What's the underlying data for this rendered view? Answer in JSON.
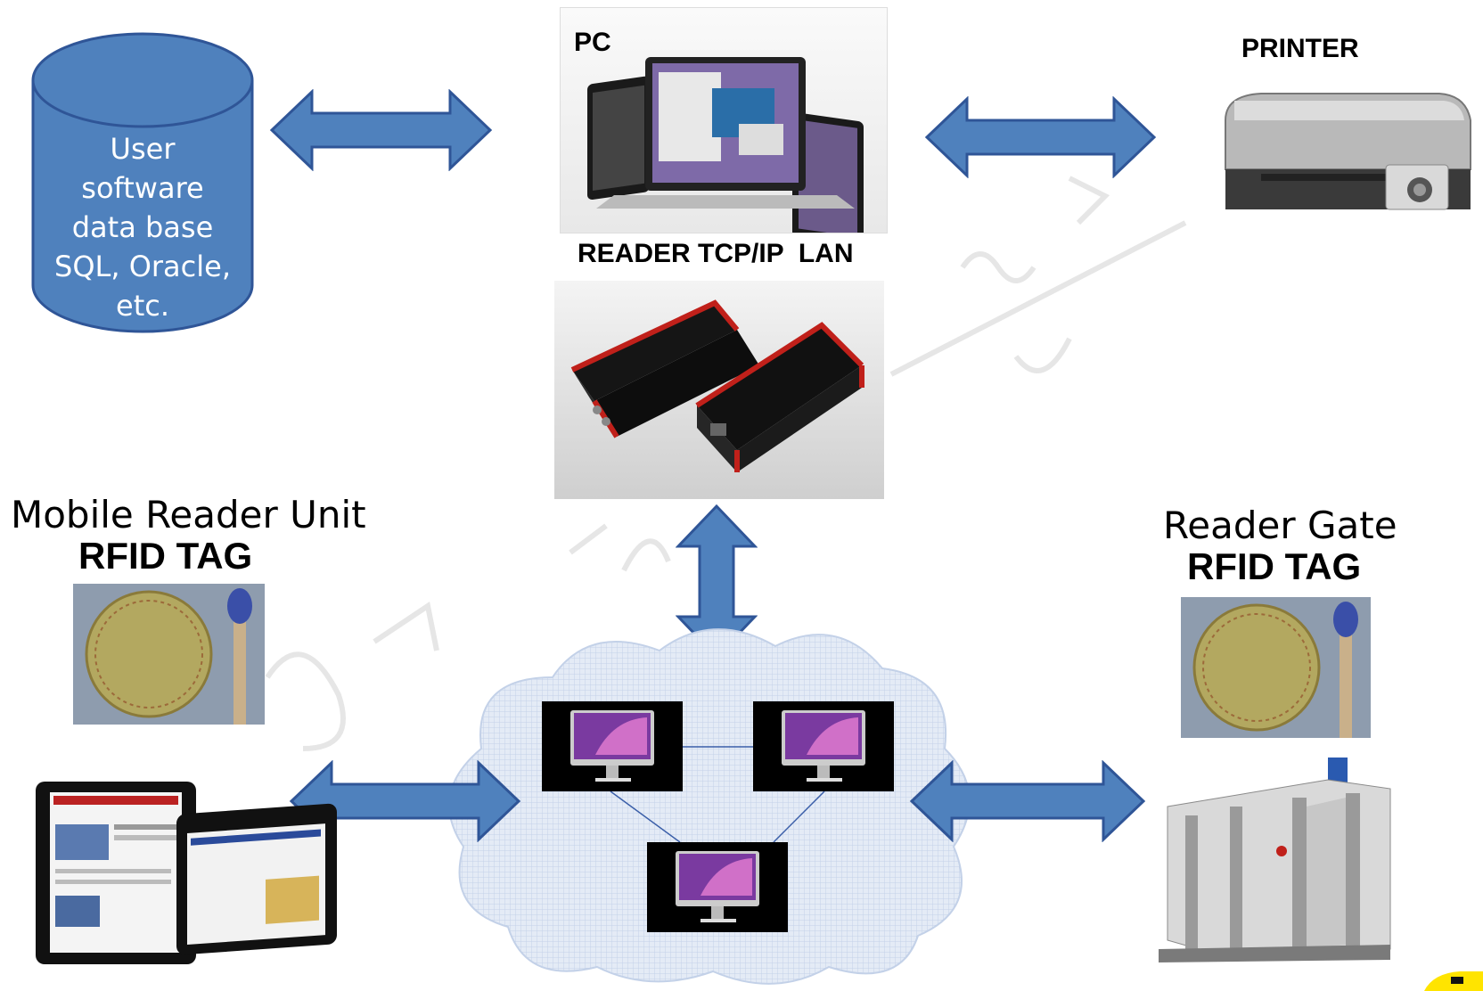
{
  "database": {
    "lines": [
      "User software",
      "data base",
      "SQL, Oracle,",
      "etc."
    ]
  },
  "pc": {
    "label": "PC"
  },
  "printer": {
    "label": "PRINTER"
  },
  "reader_lan": {
    "label": "READER TCP/IP  LAN"
  },
  "mobile": {
    "title": "Mobile Reader Unit",
    "tag_label": "RFID TAG"
  },
  "gate": {
    "title": "Reader Gate",
    "tag_label": "RFID TAG"
  },
  "colors": {
    "arrow_fill": "#4f81bd",
    "arrow_stroke": "#2f5597",
    "cloud_fill": "#dbe5f1",
    "db_fill": "#4f81bd"
  }
}
